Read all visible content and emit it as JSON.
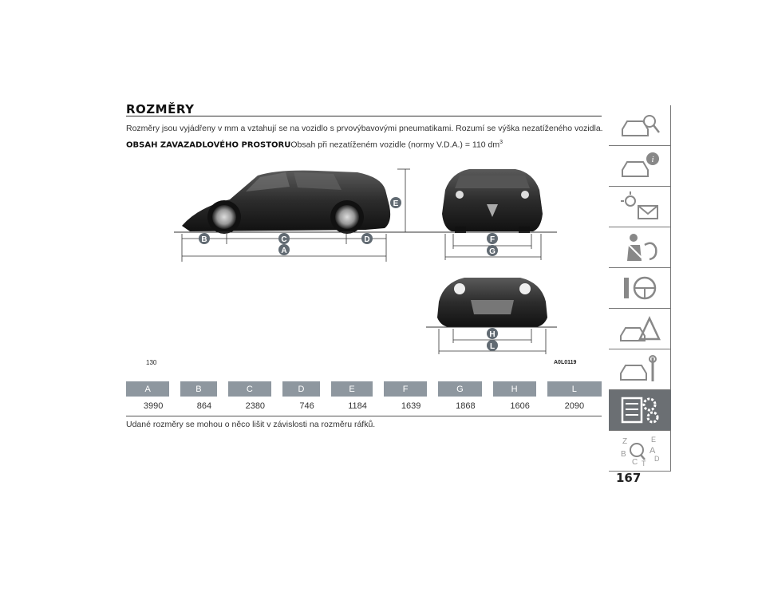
{
  "heading": "ROZMĚRY",
  "intro_text": "Rozměry jsou vyjádřeny v mm a vztahují se na vozidlo s prvovýbavovými pneumatikami. Rozumí se výška nezatíženého vozidla.",
  "cargo": {
    "label": "OBSAH ZAVAZADLOVÉHO PROSTORU",
    "text": "Obsah při nezatíženém vozidle (normy V.D.A.) = 110 dm",
    "exponent": "3"
  },
  "figure": {
    "number": "130",
    "code": "A0L0119",
    "markers": [
      "A",
      "B",
      "C",
      "D",
      "E",
      "F",
      "G",
      "H",
      "L"
    ]
  },
  "dimensions": {
    "headers": [
      "A",
      "B",
      "C",
      "D",
      "E",
      "F",
      "G",
      "H",
      "L"
    ],
    "values": [
      "3990",
      "864",
      "2380",
      "746",
      "1184",
      "1639",
      "1868",
      "1606",
      "2090"
    ]
  },
  "note": "Udané rozměry se mohou o něco lišit v závislosti na rozměru ráfků.",
  "page_number": "167",
  "side_tabs": [
    {
      "icon": "car-search-icon"
    },
    {
      "icon": "car-info-icon"
    },
    {
      "icon": "warning-lights-icon"
    },
    {
      "icon": "safety-belt-icon"
    },
    {
      "icon": "steering-wheel-icon"
    },
    {
      "icon": "breakdown-triangle-icon"
    },
    {
      "icon": "car-service-icon"
    },
    {
      "icon": "technical-data-icon"
    },
    {
      "icon": "index-search-icon"
    }
  ],
  "letters_index": [
    "Z",
    "E",
    "A",
    "B",
    "D",
    "C",
    "T"
  ],
  "colors": {
    "tab_active": "#6b6f73",
    "table_header": "#8e979f",
    "marker": "#616a72"
  }
}
